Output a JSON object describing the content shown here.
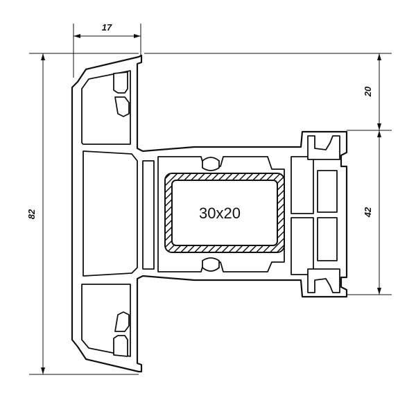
{
  "drawing": {
    "dimensions": {
      "top_width": "17",
      "overall_height": "82",
      "upper_offset": "20",
      "right_height": "42"
    },
    "reinforcement_label": "30x20"
  }
}
